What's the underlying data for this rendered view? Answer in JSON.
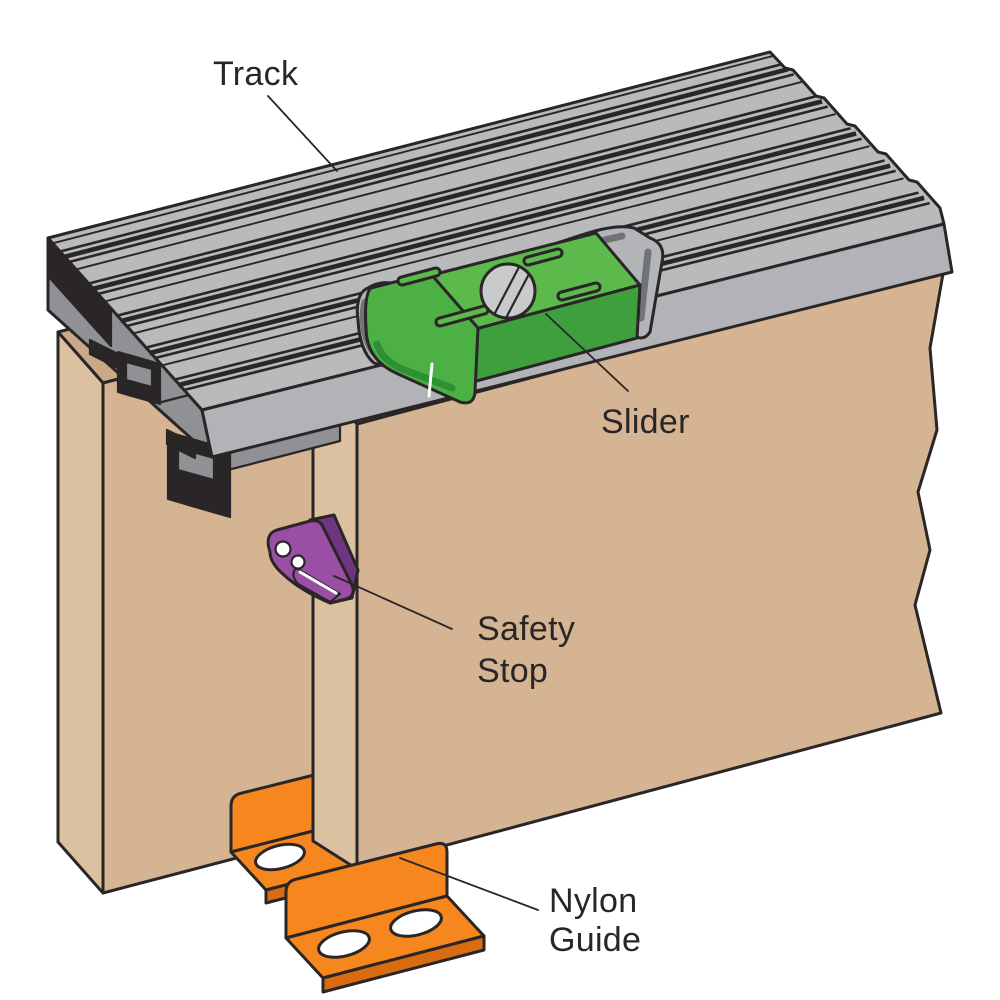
{
  "labels": {
    "track": "Track",
    "slider": "Slider",
    "safety_stop": [
      "Safety",
      "Stop"
    ],
    "nylon_guide": [
      "Nylon",
      "Guide"
    ]
  },
  "colors": {
    "background": "#ffffff",
    "outline": "#2a2627",
    "label": "#2a2627",
    "track_gray": "#b9babc",
    "track_front": "#b2b3b6",
    "channel_gray": "#8f9194",
    "cut_black": "#2a2627",
    "bracket_gray": "#b4b5b8",
    "bracket_shade": "#717477",
    "door_front": "#d4b492",
    "door_side": "#dcc1a1",
    "door_top": "#c9a987",
    "slider_top": "#5cb94c",
    "slider_front": "#3da03c",
    "slider_cap": "#4cb045",
    "slider_shade": "#2f8f35",
    "screw_gray": "#c9cacc",
    "purple": "#9a4fa4",
    "purple_dark": "#6e3581",
    "orange": "#f6871f",
    "orange_dark": "#d96c10",
    "hole": "#ffffff"
  }
}
